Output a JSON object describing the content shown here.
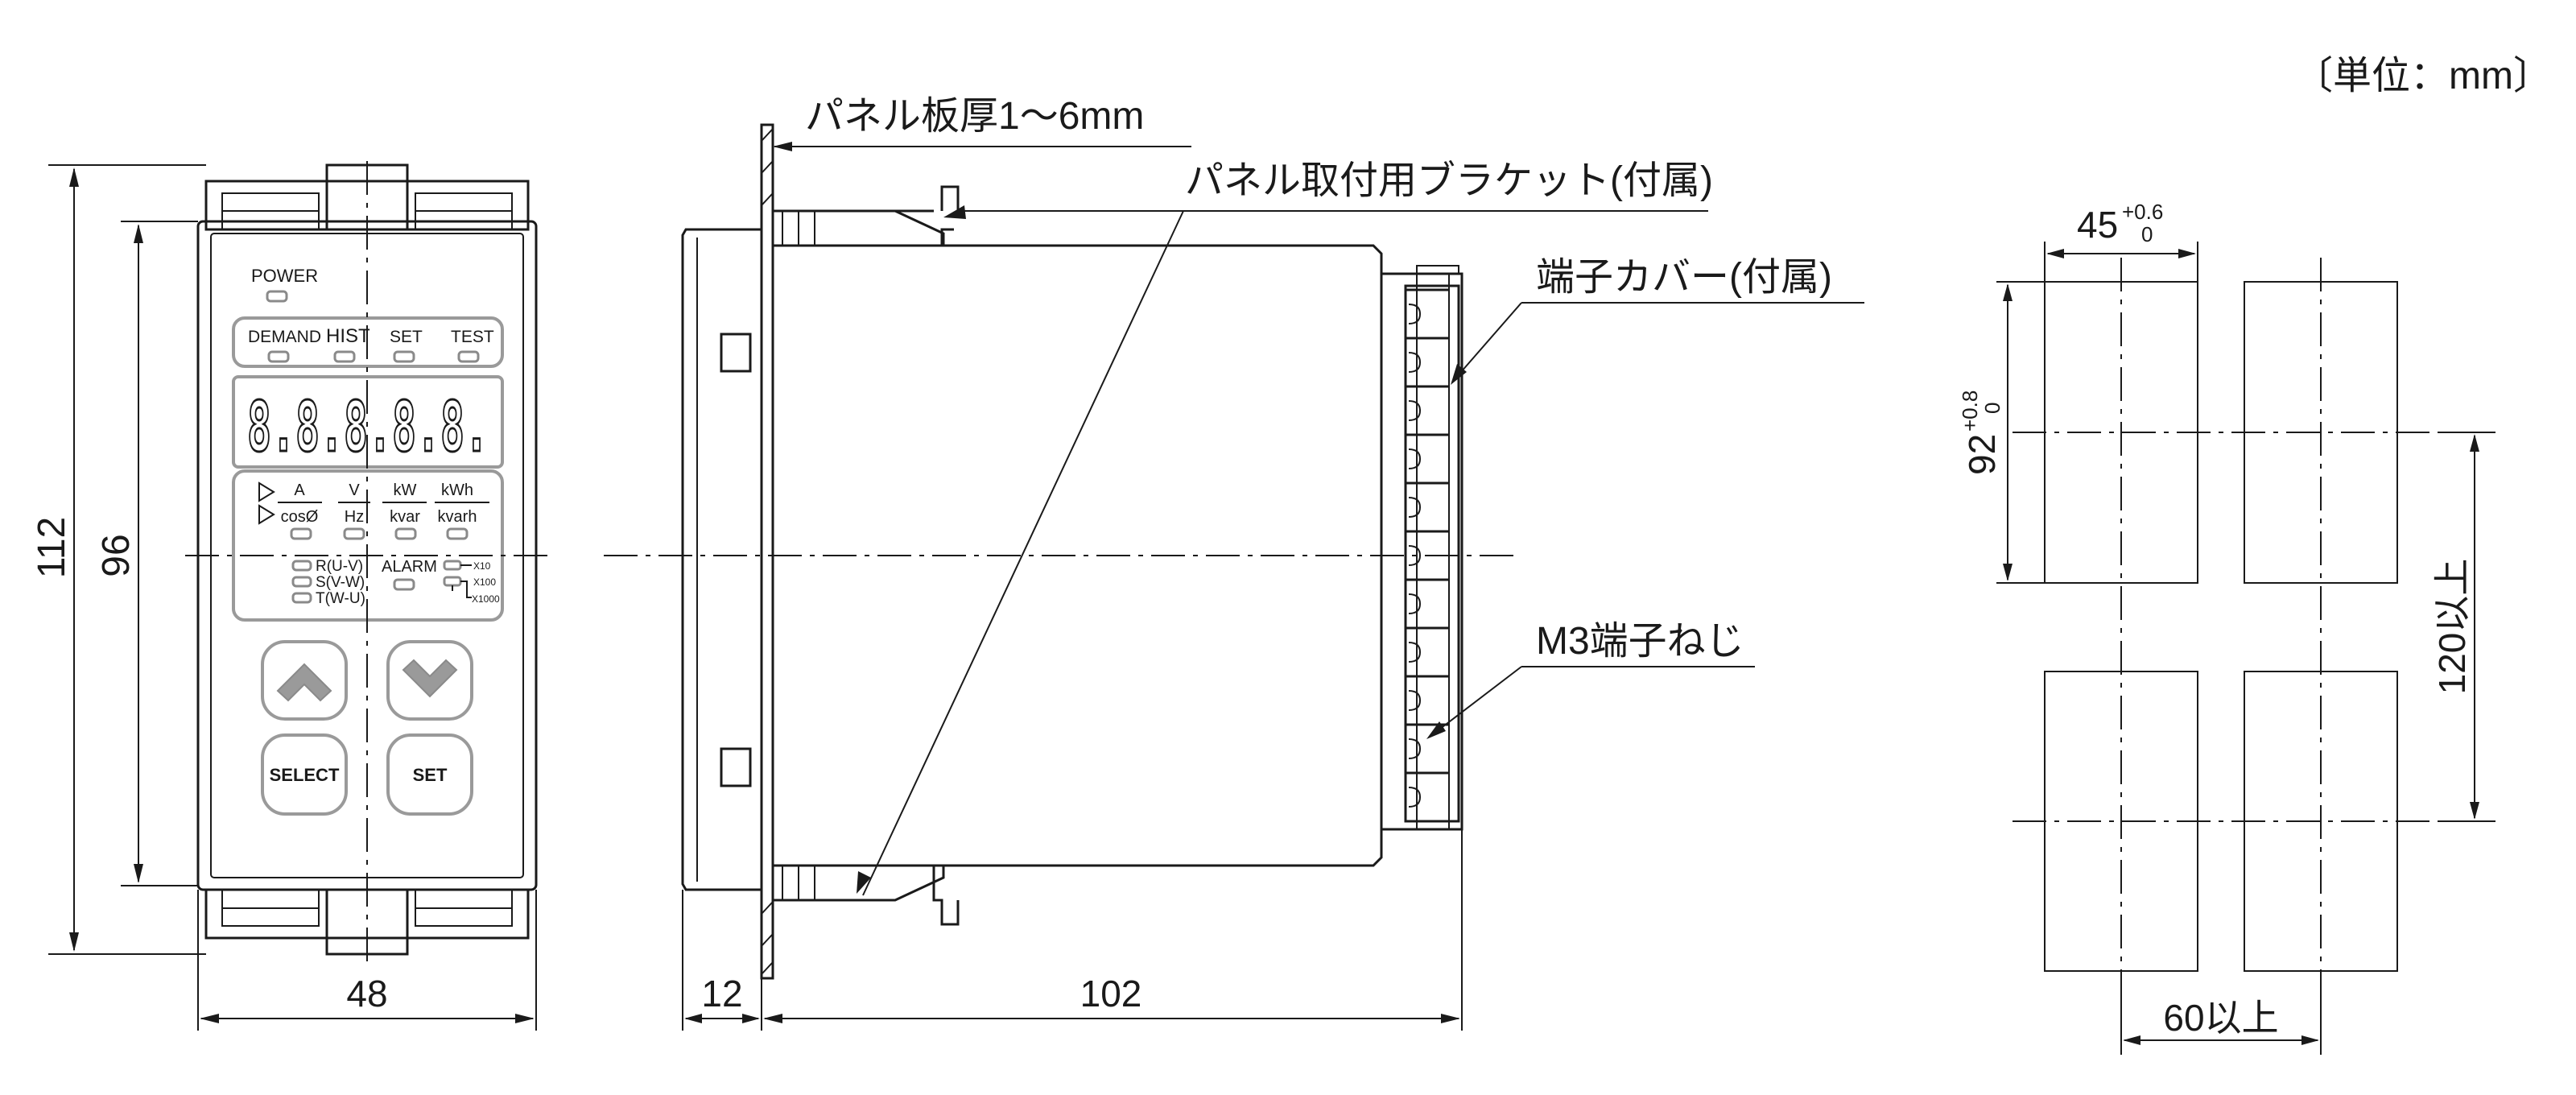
{
  "unit_label": "〔単位：mm〕",
  "callouts": {
    "panel_thickness": "パネル板厚1～6mm",
    "bracket": "パネル取付用ブラケット(付属)",
    "terminal_cover": "端子カバー(付属)",
    "terminal_screw": "M3端子ねじ"
  },
  "front": {
    "power": "POWER",
    "demand": "DEMAND",
    "hist": "HIST",
    "set": "SET",
    "test": "TEST",
    "display": "8.8.8.8.8.",
    "unit_a": "A",
    "unit_v": "V",
    "unit_kw": "kW",
    "unit_kwh": "kWh",
    "unit_cos": "cosØ",
    "unit_hz": "Hz",
    "unit_kvar": "kvar",
    "unit_kvarh": "kvarh",
    "phase_r": "R(U-V)",
    "phase_s": "S(V-W)",
    "phase_t": "T(W-U)",
    "alarm": "ALARM",
    "x10": "X10",
    "x100": "X100",
    "x1000": "X1000",
    "btn_select": "SELECT",
    "btn_set": "SET"
  },
  "dimensions": {
    "front_height_outer": "112",
    "front_height_inner": "96",
    "front_width": "48",
    "side_front_depth": "12",
    "side_depth": "102",
    "cutout_width": "45",
    "cutout_width_tol_upper": "+0.6",
    "cutout_width_tol_lower": "0",
    "cutout_height": "92",
    "cutout_height_tol_upper": "+0.8",
    "cutout_height_tol_lower": "0",
    "pitch_vertical": "120以上",
    "pitch_horizontal": "60以上"
  }
}
